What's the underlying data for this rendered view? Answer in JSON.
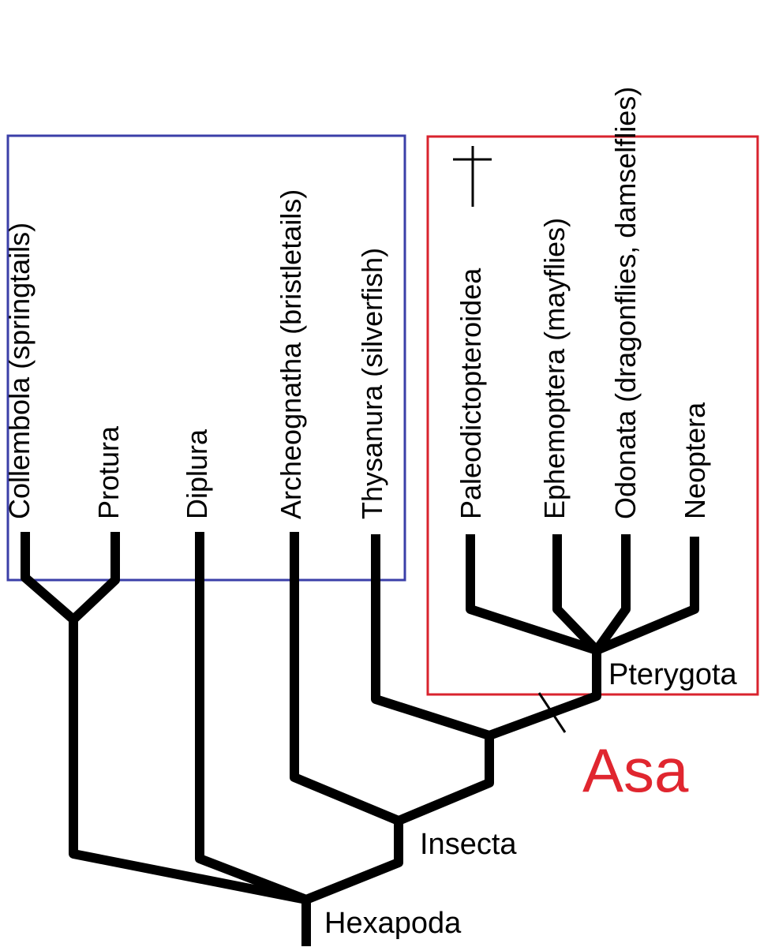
{
  "colors": {
    "branch": "#000000",
    "left_box": "#3b3fa8",
    "right_box": "#d9232e",
    "trait_label": "#e0262f",
    "background": "#ffffff"
  },
  "taxa": [
    "Collembola (springtails)",
    "Protura",
    "Diplura",
    "Archeognatha (bristletails)",
    "Thysanura (silverfish)",
    "Paleodictopteroidea",
    "Ephemoptera (mayflies)",
    "Odonata (dragonflies, damselflies)",
    "Neoptera"
  ],
  "extinct_marker": "dagger-icon",
  "clades": {
    "pterygota": "Pterygota",
    "insecta": "Insecta",
    "hexapoda": "Hexapoda"
  },
  "trait": "Asa"
}
